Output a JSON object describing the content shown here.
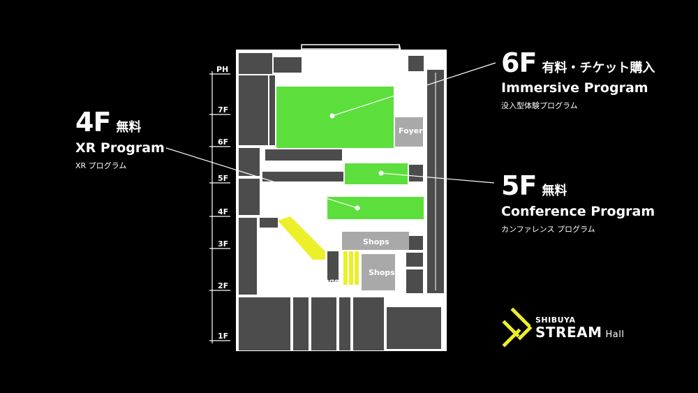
{
  "callouts": {
    "f6": {
      "floor": "6F",
      "price": "有料・チケット購入",
      "program": "Immersive Program",
      "sub": "没入型体験プログラム"
    },
    "f4": {
      "floor": "4F",
      "price": "無料",
      "program": "XR Program",
      "sub": "XR プログラム"
    },
    "f5": {
      "floor": "5F",
      "price": "無料",
      "program": "Conference Program",
      "sub": "カンファレンス プログラム"
    }
  },
  "floors": [
    "PH",
    "7F",
    "6F",
    "5F",
    "4F",
    "3F",
    "2F",
    "1F"
  ],
  "rooms": {
    "foyer": "Foyer",
    "shops_upper": "Shops",
    "shops_lower": "Shops",
    "through_passage": "Through-Passage"
  },
  "logo": {
    "top": "SHIBUYA",
    "main": "STREAM",
    "hall": "Hall"
  },
  "colors": {
    "background": "#000000",
    "highlight": "#5cdf3c",
    "escalator": "#ecf02a",
    "room": "#4c4c4c",
    "light_room": "#a9a9a9",
    "outline": "#ffffff"
  }
}
